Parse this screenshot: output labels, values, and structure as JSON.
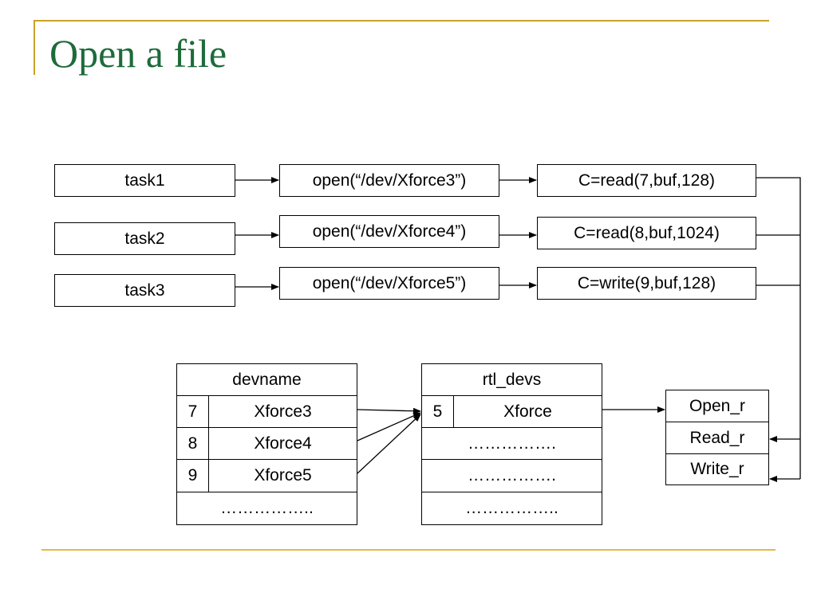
{
  "slide": {
    "title": "Open a file"
  },
  "tasks": [
    {
      "name": "task1",
      "open_call": "open(“/dev/Xforce3”)",
      "io_call": "C=read(7,buf,128)"
    },
    {
      "name": "task2",
      "open_call": "open(“/dev/Xforce4”)",
      "io_call": "C=read(8,buf,1024)"
    },
    {
      "name": "task3",
      "open_call": "open(“/dev/Xforce5”)",
      "io_call": "C=write(9,buf,128)"
    }
  ],
  "devname_table": {
    "header": "devname",
    "rows": [
      {
        "index": "7",
        "name": "Xforce3"
      },
      {
        "index": "8",
        "name": "Xforce4"
      },
      {
        "index": "9",
        "name": "Xforce5"
      }
    ],
    "ellipsis": "…………….."
  },
  "rtl_devs_table": {
    "header": "rtl_devs",
    "row": {
      "index": "5",
      "name": "Xforce"
    },
    "ellipsis_rows": [
      "…………….",
      "…………….",
      "…………….."
    ]
  },
  "routines": [
    "Open_r",
    "Read_r",
    "Write_r"
  ],
  "colors": {
    "title": "#1e6b3a",
    "accent": "#c9a227",
    "footer_line": "#e8b64a"
  }
}
